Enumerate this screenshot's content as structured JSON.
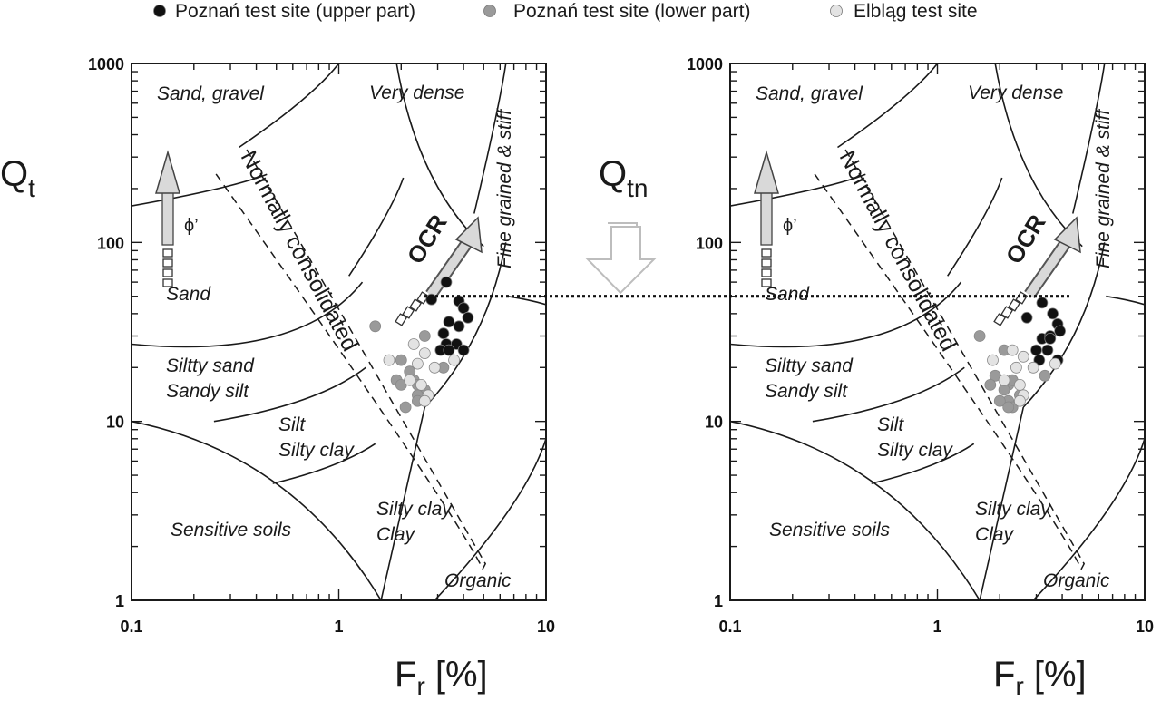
{
  "legend": [
    {
      "label": "Poznań test site (upper part)",
      "color": "#111111"
    },
    {
      "label": "Poznań test site (lower part)",
      "color": "#9a9a9a"
    },
    {
      "label": "Elbląg test site",
      "color": "#e3e3e3"
    }
  ],
  "chart_data": [
    {
      "type": "scatter",
      "panel": "left",
      "xlabel": {
        "main": "F",
        "sub": "r",
        "unit": " [%]"
      },
      "ylabel": {
        "main": "Q",
        "sub": "t"
      },
      "xscale": "log",
      "yscale": "log",
      "xlim": [
        0.1,
        10
      ],
      "ylim": [
        1,
        1000
      ],
      "x_ticks": [
        "0.1",
        "1",
        "10"
      ],
      "y_ticks": [
        "1",
        "10",
        "100",
        "1000"
      ],
      "regions": [
        "Sand, gravel",
        "Very dense",
        "Fine grained & stiff",
        "Sand",
        "Siltty sand",
        "Sandy silt",
        "Silt",
        "Silty clay",
        "Silty clay",
        "Clay",
        "Sensitive soils",
        "Organic"
      ],
      "annotations": {
        "nc_band": "Normally consolidated",
        "ocr": "OCR",
        "phi": "ϕ’",
        "reference_level": 50
      },
      "series": [
        {
          "name": "Poznań test site (upper part)",
          "color": "#111111",
          "x": [
            3.3,
            2.8,
            3.8,
            4.0,
            3.4,
            3.8,
            3.2,
            3.3,
            4.2,
            3.1,
            3.7,
            3.4,
            4.0
          ],
          "y": [
            60,
            48,
            47,
            43,
            36,
            34,
            31,
            27,
            38,
            25,
            27,
            25,
            25
          ]
        },
        {
          "name": "Poznań test site (lower part)",
          "color": "#9a9a9a",
          "x": [
            1.5,
            2.6,
            2.0,
            2.2,
            1.9,
            2.0,
            2.3,
            2.6,
            2.4,
            2.4,
            3.2,
            2.4,
            2.1
          ],
          "y": [
            34,
            30,
            22,
            19,
            17,
            16,
            17,
            15,
            16,
            14,
            20,
            13,
            12
          ]
        },
        {
          "name": "Elbląg test site",
          "color": "#e3e3e3",
          "x": [
            2.3,
            1.75,
            2.6,
            2.9,
            2.5,
            2.2,
            3.6,
            2.7,
            2.4,
            2.6
          ],
          "y": [
            27,
            22,
            24,
            20,
            16,
            17,
            22,
            14,
            21,
            13
          ]
        }
      ]
    },
    {
      "type": "scatter",
      "panel": "right",
      "xlabel": {
        "main": "F",
        "sub": "r",
        "unit": " [%]"
      },
      "ylabel": {
        "main": "Q",
        "sub": "tn"
      },
      "xscale": "log",
      "yscale": "log",
      "xlim": [
        0.1,
        10
      ],
      "ylim": [
        1,
        1000
      ],
      "x_ticks": [
        "0.1",
        "1",
        "10"
      ],
      "y_ticks": [
        "1",
        "10",
        "100",
        "1000"
      ],
      "regions": [
        "Sand, gravel",
        "Very dense",
        "Fine grained & stiff",
        "Sand",
        "Siltty sand",
        "Sandy silt",
        "Silt",
        "Silty clay",
        "Silty clay",
        "Clay",
        "Sensitive soils",
        "Organic"
      ],
      "annotations": {
        "nc_band": "Normally consolidated",
        "ocr": "OCR",
        "phi": "ϕ’",
        "reference_level": 50
      },
      "series": [
        {
          "name": "Poznań test site (upper part)",
          "color": "#111111",
          "x": [
            3.2,
            3.6,
            2.7,
            3.8,
            3.2,
            3.5,
            3.9,
            3.4,
            3.0,
            3.1,
            3.8,
            3.5
          ],
          "y": [
            46,
            40,
            38,
            35,
            29,
            30,
            32,
            25,
            25,
            22,
            22,
            29
          ]
        },
        {
          "name": "Poznań test site (lower part)",
          "color": "#9a9a9a",
          "x": [
            1.6,
            2.1,
            1.9,
            1.8,
            2.2,
            2.3,
            2.1,
            2.2,
            2.5,
            2.0,
            3.3,
            2.3,
            2.2
          ],
          "y": [
            30,
            25,
            18,
            16,
            16,
            17,
            15,
            13,
            14,
            13,
            18,
            12,
            12
          ]
        },
        {
          "name": "Elbląg test site",
          "color": "#e3e3e3",
          "x": [
            2.3,
            1.85,
            2.6,
            2.9,
            2.5,
            2.1,
            3.7,
            2.6,
            2.4,
            2.5
          ],
          "y": [
            25,
            22,
            23,
            20,
            16,
            17,
            21,
            14,
            20,
            13
          ]
        }
      ]
    }
  ]
}
